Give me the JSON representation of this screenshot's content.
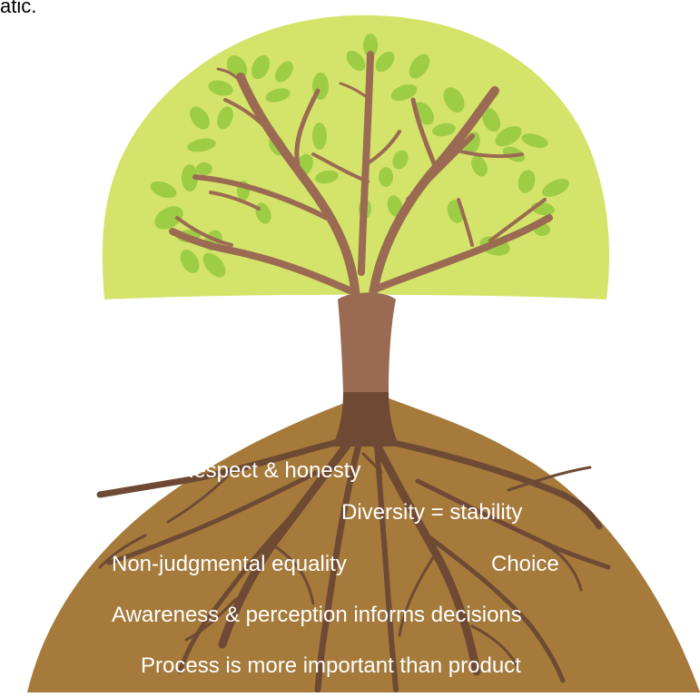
{
  "caption": "atic.",
  "colors": {
    "canopy": "#d4e46a",
    "leaf": "#9dcc45",
    "trunk": "#9a6b52",
    "soil": "#a57a3b",
    "roots": "#6e4a34",
    "text": "#ffffff"
  },
  "labels": [
    "Respect & honesty",
    "Diversity = stability",
    "Non-judgmental equality",
    "Choice",
    "Awareness & perception informs decisions",
    "Process is more important than product"
  ]
}
